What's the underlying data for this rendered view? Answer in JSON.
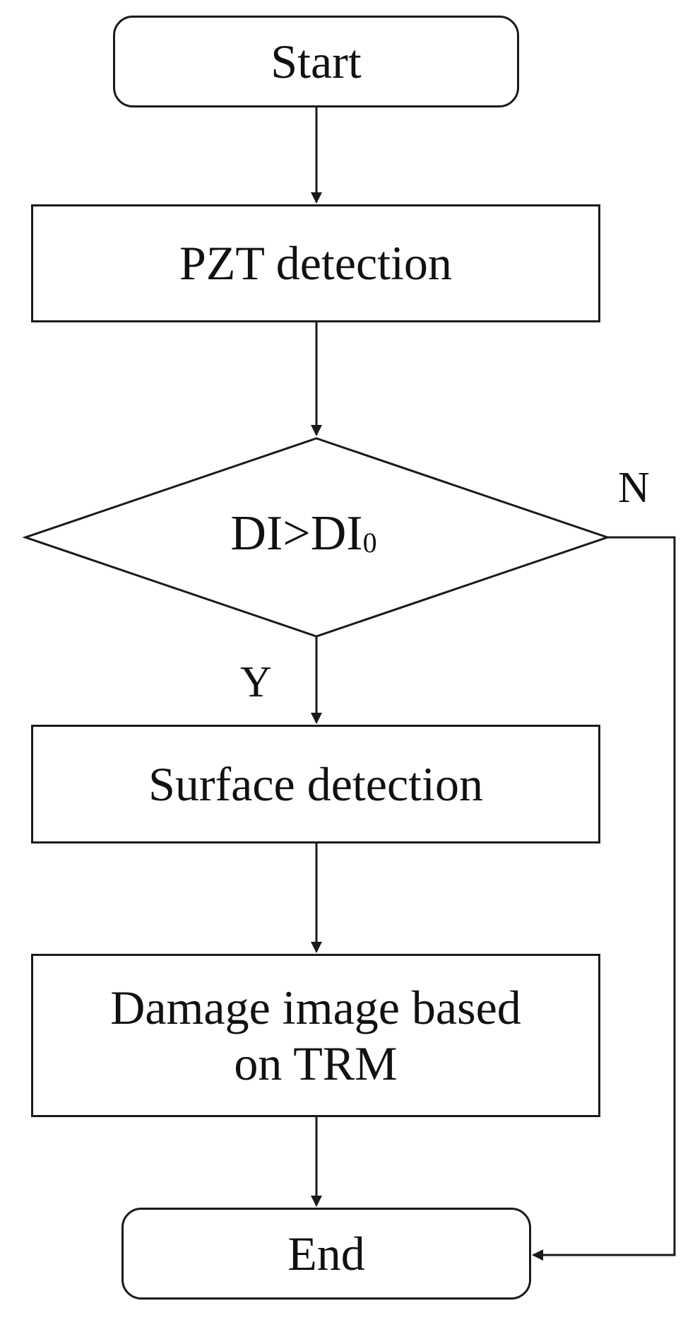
{
  "nodes": {
    "start": {
      "label": "Start"
    },
    "pzt": {
      "label": "PZT detection"
    },
    "decision": {
      "label_main": "DI>DI",
      "label_sub": "0"
    },
    "surface": {
      "label": "Surface detection"
    },
    "damage": {
      "line1": "Damage image based",
      "line2": "on TRM"
    },
    "end": {
      "label": "End"
    }
  },
  "edges": {
    "yes_label": "Y",
    "no_label": "N"
  },
  "colors": {
    "stroke": "#1a1a1a",
    "text": "#111111",
    "background": "#ffffff"
  }
}
